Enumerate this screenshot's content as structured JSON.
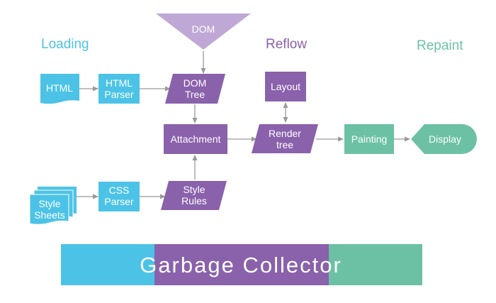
{
  "colors": {
    "loading": "#4cc3e6",
    "reflow": "#8a61ab",
    "repaint": "#6cc1a5",
    "dom_header": "#c0a8d6",
    "arrow": "#999999"
  },
  "phases": {
    "loading": "Loading",
    "reflow": "Reflow",
    "repaint": "Repaint"
  },
  "nodes": {
    "dom": [
      "DOM"
    ],
    "html": [
      "HTML"
    ],
    "html_parser": [
      "HTML",
      "Parser"
    ],
    "dom_tree": [
      "DOM",
      "Tree"
    ],
    "layout": [
      "Layout"
    ],
    "attachment": [
      "Attachment"
    ],
    "render_tree": [
      "Render",
      "tree"
    ],
    "painting": [
      "Painting"
    ],
    "display": [
      "Display"
    ],
    "style_sheets": [
      "Style",
      "Sheets"
    ],
    "css_parser": [
      "CSS",
      "Parser"
    ],
    "style_rules": [
      "Style",
      "Rules"
    ]
  },
  "garbage_collector": {
    "label": "Garbage Collector"
  }
}
